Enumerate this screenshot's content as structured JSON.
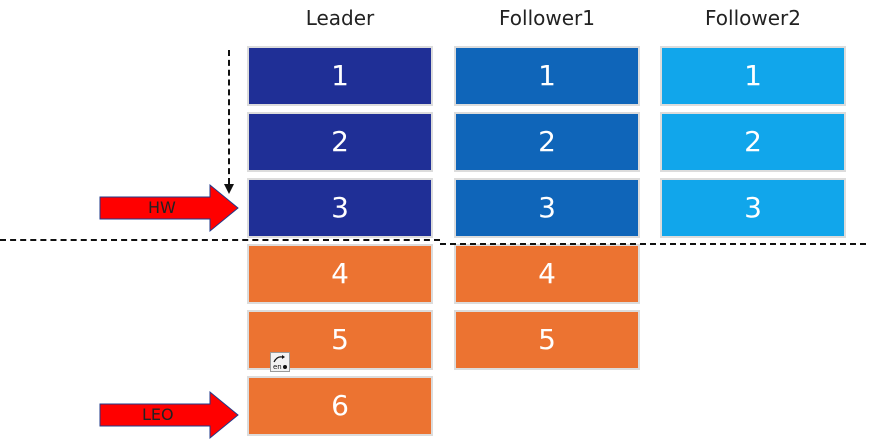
{
  "columns": {
    "leader": "Leader",
    "follower1": "Follower1",
    "follower2": "Follower2"
  },
  "leader_log": [
    "1",
    "2",
    "3",
    "4",
    "5",
    "6"
  ],
  "follower1_log": [
    "1",
    "2",
    "3",
    "4",
    "5"
  ],
  "follower2_log": [
    "1",
    "2",
    "3"
  ],
  "markers": {
    "hw": "HW",
    "leo": "LEO"
  },
  "colors": {
    "leader_committed": "#1f2f96",
    "follower1_committed": "#0f65b9",
    "follower2_committed": "#11a6eb",
    "uncommitted": "#ec7331",
    "arrow": "#ff0000"
  },
  "icons": {
    "translate": "translate-icon"
  }
}
